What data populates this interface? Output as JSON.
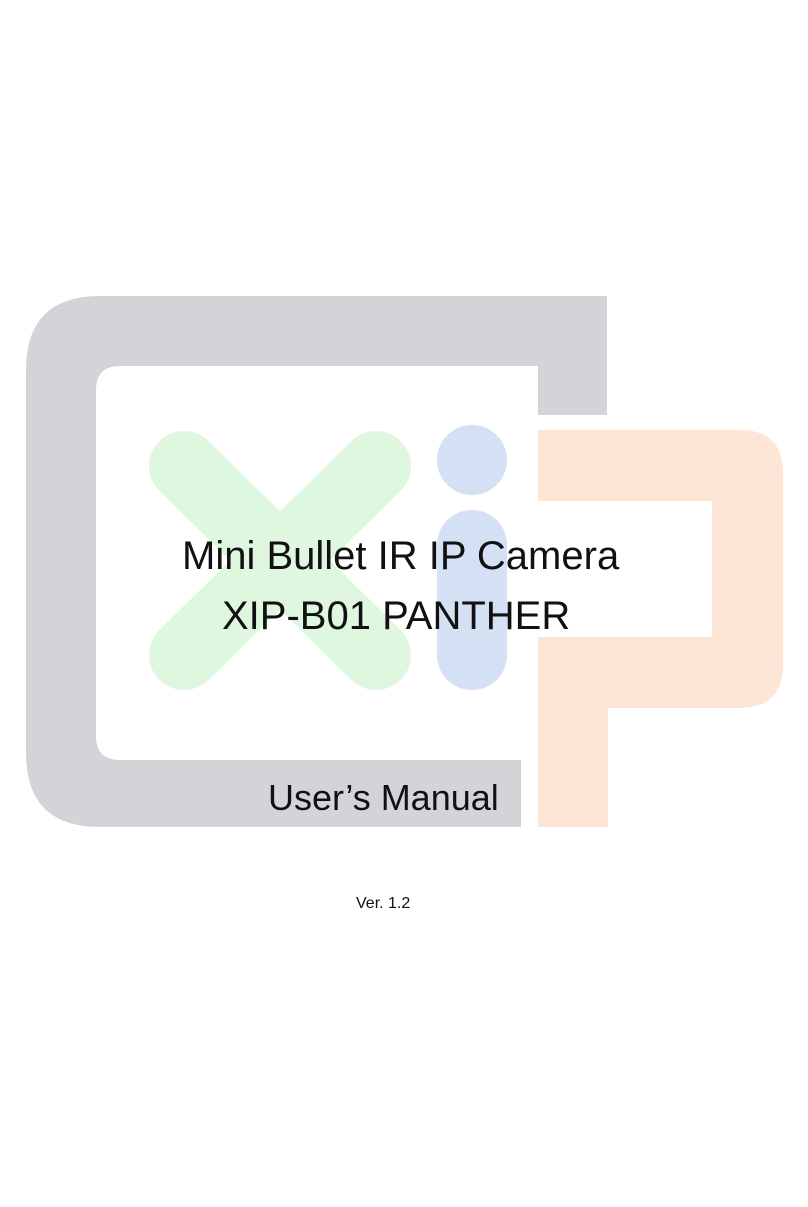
{
  "document": {
    "title_line_1": "Mini Bullet IR IP Camera",
    "title_line_2": "XIP-B01 PANTHER",
    "manual_label": "User’s Manual",
    "version": "Ver. 1.2"
  },
  "logo": {
    "icon": "xip-logo",
    "colors": {
      "frame": "#d3d4d8",
      "x_letter": "#dff7df",
      "i_letter": "#d4e0f4",
      "p_letter": "#fde6d6"
    }
  }
}
